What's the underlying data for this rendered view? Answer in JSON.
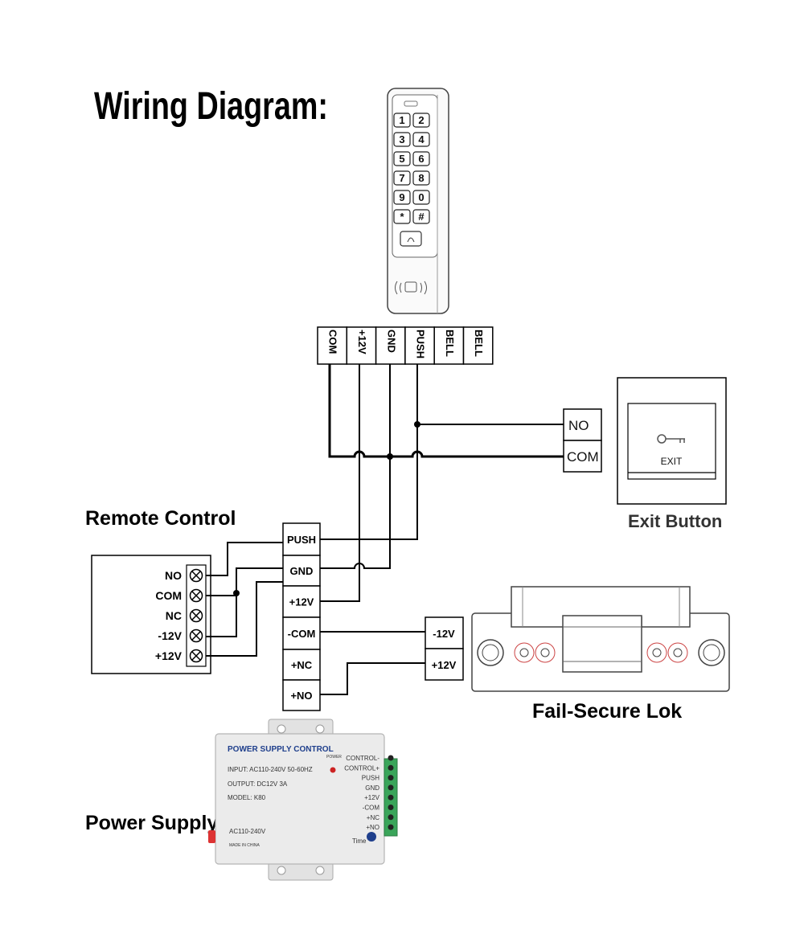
{
  "title": "Wiring Diagram:",
  "labels": {
    "remote_control": "Remote Control",
    "exit_button": "Exit Button",
    "fail_secure": "Fail-Secure Lok",
    "power_supply": "Power Supply"
  },
  "keypad": {
    "keys": [
      "1",
      "2",
      "3",
      "4",
      "5",
      "6",
      "7",
      "8",
      "9",
      "0",
      "*",
      "#"
    ],
    "terminals": [
      "COM",
      "+12V",
      "GND",
      "PUSH",
      "BELL",
      "BELL"
    ]
  },
  "exit_button": {
    "terminals": [
      "NO",
      "COM"
    ],
    "face_text": "EXIT"
  },
  "controller": {
    "terminals": [
      "PUSH",
      "GND",
      "+12V",
      "-COM",
      "+NC",
      "+NO"
    ]
  },
  "remote": {
    "terminals": [
      "NO",
      "COM",
      "NC",
      "-12V",
      "+12V"
    ]
  },
  "lock": {
    "terminals": [
      "-12V",
      "+12V"
    ]
  },
  "psu": {
    "heading": "POWER SUPPLY CONTROL",
    "power_indicator": "POWER",
    "input": "INPUT: AC110-240V  50-60HZ",
    "output": "OUTPUT: DC12V  3A",
    "model": "MODEL: K80",
    "ac": "AC110-240V",
    "made_in": "MADE IN CHINA",
    "time": "Time",
    "terminals": [
      "CONTROL-",
      "CONTROL+",
      "PUSH",
      "GND",
      "+12V",
      "-COM",
      "+NC",
      "+NO"
    ]
  }
}
